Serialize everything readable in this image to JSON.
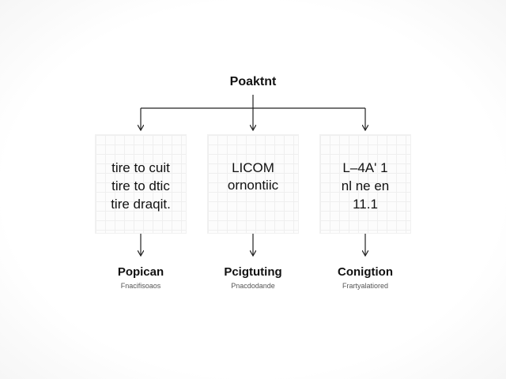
{
  "diagram": {
    "root": {
      "label": "Poaktnt"
    },
    "branches": [
      {
        "lines": [
          "tire to cuit",
          "tire to dtic",
          "tire draqit."
        ],
        "label": "Popican",
        "sublabel": "Fnacifisoaos"
      },
      {
        "lines": [
          "LICOM",
          "ornontiic"
        ],
        "label": "Pcigtuting",
        "sublabel": "Pnacdodande"
      },
      {
        "lines": [
          "L–4A' 1",
          "nl ne en",
          "11.1"
        ],
        "label": "Conigtion",
        "sublabel": "Frartyalatiored"
      }
    ]
  }
}
